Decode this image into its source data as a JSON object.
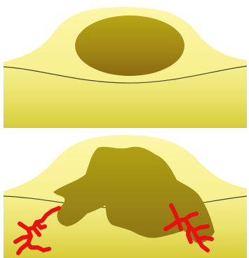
{
  "diagram": {
    "panels": [
      {
        "id": "top",
        "lesion": "oval-mass",
        "vessels": false
      },
      {
        "id": "bottom",
        "lesion": "irregular-invasive-mass",
        "vessels": true
      }
    ],
    "colors": {
      "background": "#ffffff",
      "tissue_top": "#f2ec86",
      "tissue_bottom": "#d8cf3c",
      "bulge": "#fbf49a",
      "boundary_line": "#4a4320",
      "mass_light": "#b3a112",
      "mass_dark": "#8d6e12",
      "vessel": "#e8110f"
    }
  }
}
